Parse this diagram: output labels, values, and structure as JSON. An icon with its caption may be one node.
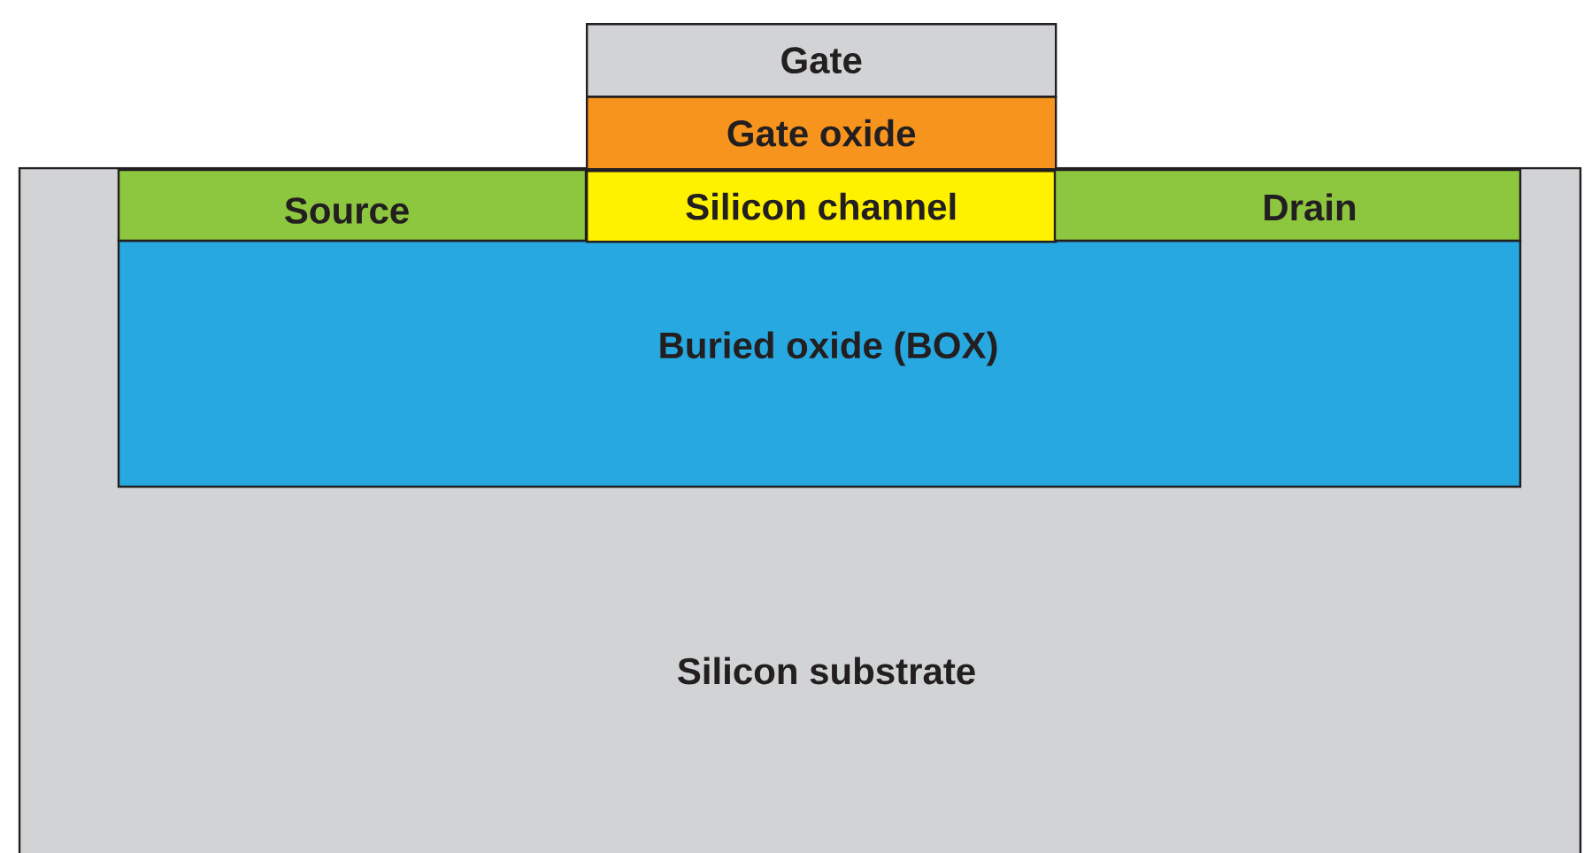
{
  "diagram": {
    "nodes": [
      {
        "text": [
          "Gate"
        ]
      },
      {
        "text": [
          "Gate oxide"
        ]
      },
      {
        "text": [
          "Silicon substrate"
        ]
      },
      {
        "text": [
          "Source"
        ],
        "in": 2
      },
      {
        "text": [
          "Silicon channel"
        ],
        "in": 2
      },
      {
        "text": [
          "Drain"
        ],
        "in": 2
      },
      {
        "text": [
          "Buried oxide (BOX)"
        ],
        "in": 2
      }
    ]
  }
}
